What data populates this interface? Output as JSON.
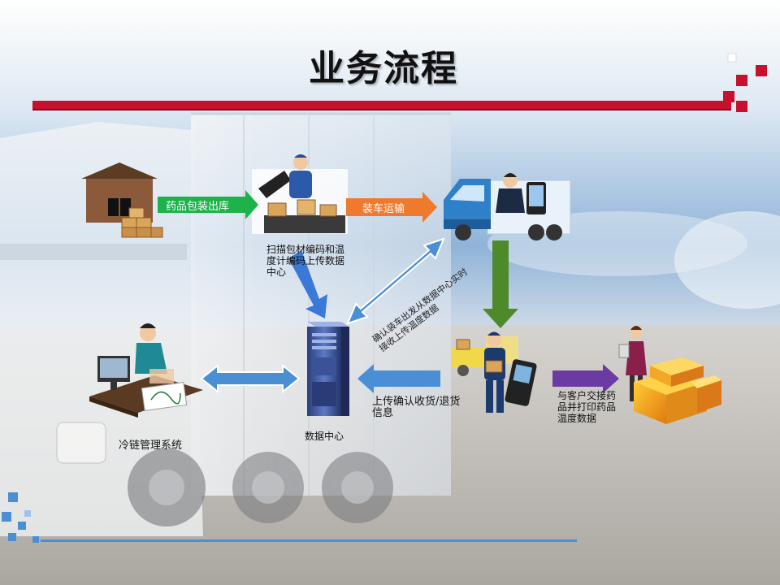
{
  "page": {
    "title": "业务流程"
  },
  "flow": {
    "step_warehouse_out": "药品包装出库",
    "step_loading": "装车运输",
    "note_scan": "扫描包材编码和温度计编码上传数据中心",
    "note_confirm_realtime": "确认装车出发从数据中心实时接收上传温度数据",
    "note_upload_receipt": "上传确认收货/退货信息",
    "note_handover": "与客户交接药品并打印药品温度数据",
    "node_datacenter": "数据中心",
    "node_coldchain": "冷链管理系统"
  },
  "colors": {
    "green_arrow": "#1db24a",
    "orange_arrow": "#ef7a2e",
    "blue_arrow": "#4a8ed6",
    "olive_arrow": "#4f8a2a",
    "purple_arrow": "#6b3aa3",
    "red_bar": "#c8102e"
  }
}
